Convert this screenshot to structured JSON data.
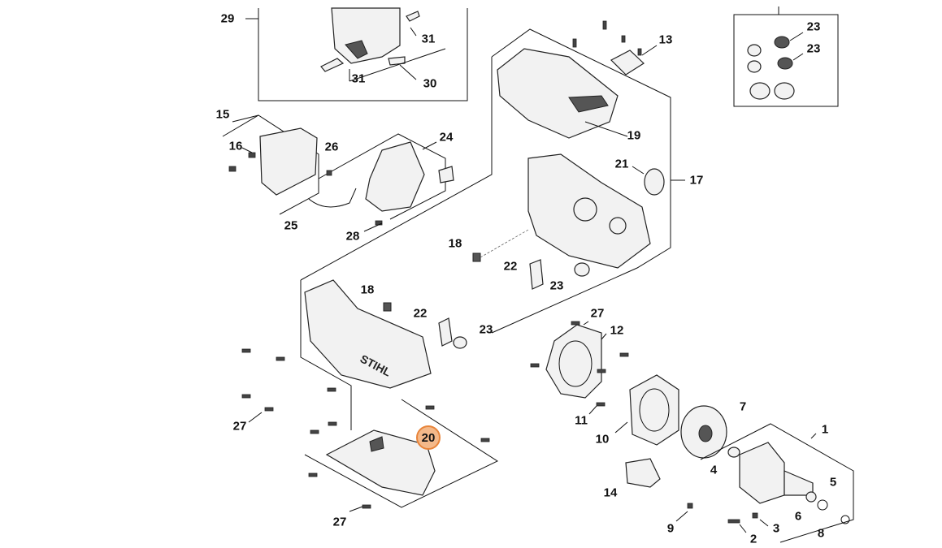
{
  "diagram": {
    "highlight_color": "#e8843a",
    "callouts": [
      {
        "id": "c29",
        "text": "29"
      },
      {
        "id": "c31a",
        "text": "31"
      },
      {
        "id": "c31b",
        "text": "31"
      },
      {
        "id": "c30",
        "text": "30"
      },
      {
        "id": "c13",
        "text": "13"
      },
      {
        "id": "c23a",
        "text": "23"
      },
      {
        "id": "c23b",
        "text": "23"
      },
      {
        "id": "c15",
        "text": "15"
      },
      {
        "id": "c16",
        "text": "16"
      },
      {
        "id": "c26",
        "text": "26"
      },
      {
        "id": "c24",
        "text": "24"
      },
      {
        "id": "c19",
        "text": "19"
      },
      {
        "id": "c21",
        "text": "21"
      },
      {
        "id": "c17",
        "text": "17"
      },
      {
        "id": "c25",
        "text": "25"
      },
      {
        "id": "c28",
        "text": "28"
      },
      {
        "id": "c18a",
        "text": "18"
      },
      {
        "id": "c22a",
        "text": "22"
      },
      {
        "id": "c23c",
        "text": "23"
      },
      {
        "id": "c18b",
        "text": "18"
      },
      {
        "id": "c22b",
        "text": "22"
      },
      {
        "id": "c23d",
        "text": "23"
      },
      {
        "id": "c27a",
        "text": "27"
      },
      {
        "id": "c12",
        "text": "12"
      },
      {
        "id": "c27b",
        "text": "27"
      },
      {
        "id": "c7",
        "text": "7"
      },
      {
        "id": "c11",
        "text": "11"
      },
      {
        "id": "c1",
        "text": "1"
      },
      {
        "id": "c10",
        "text": "10"
      },
      {
        "id": "c20",
        "text": "20"
      },
      {
        "id": "c4",
        "text": "4"
      },
      {
        "id": "c5",
        "text": "5"
      },
      {
        "id": "c14",
        "text": "14"
      },
      {
        "id": "c6",
        "text": "6"
      },
      {
        "id": "c27c",
        "text": "27"
      },
      {
        "id": "c3",
        "text": "3"
      },
      {
        "id": "c9",
        "text": "9"
      },
      {
        "id": "c2",
        "text": "2"
      },
      {
        "id": "c8",
        "text": "8"
      }
    ],
    "housing_logo_text": "STIHL"
  }
}
